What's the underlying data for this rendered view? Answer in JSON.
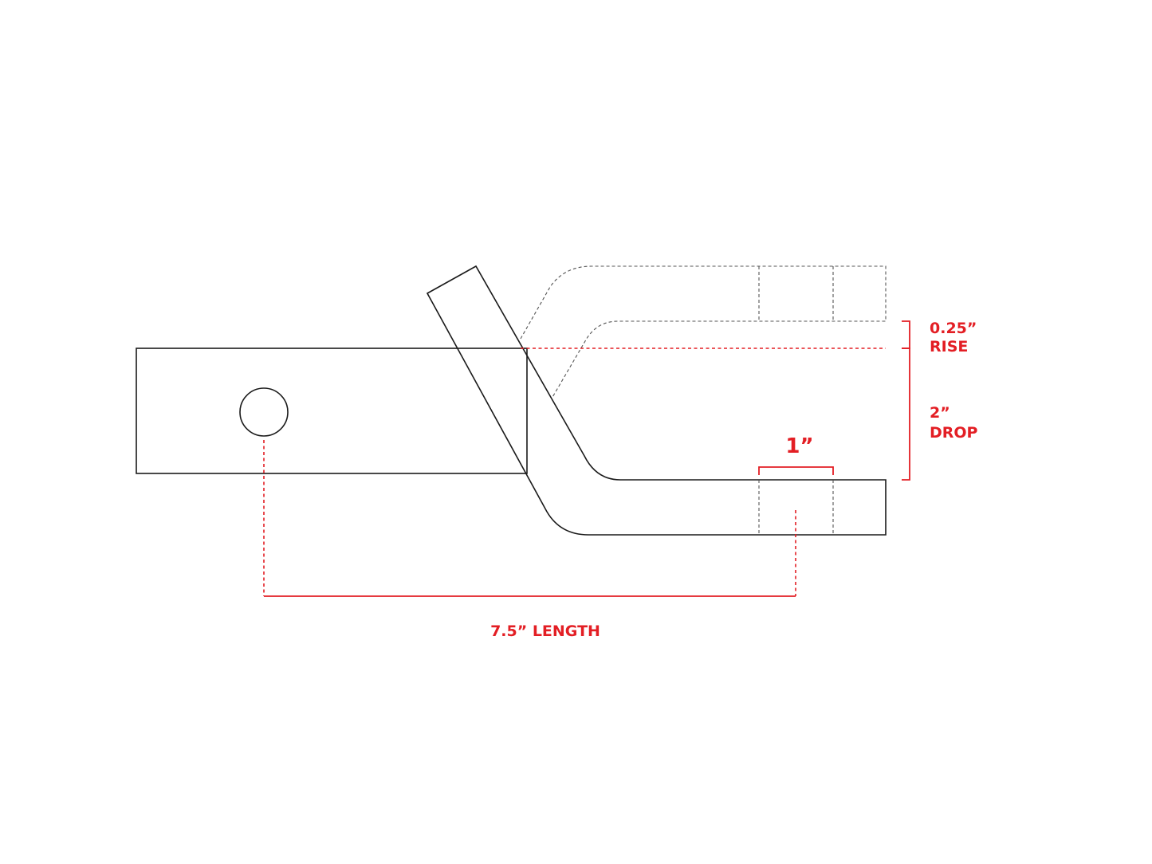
{
  "labels": {
    "rise_value": "0.25”",
    "rise_word": "RISE",
    "drop_value": "2”",
    "drop_word": "DROP",
    "hole_size": "1”",
    "length": "7.5” LENGTH"
  },
  "colors": {
    "outline": "#1a1a1a",
    "ghost": "#555555",
    "dimension": "#e31e24"
  }
}
